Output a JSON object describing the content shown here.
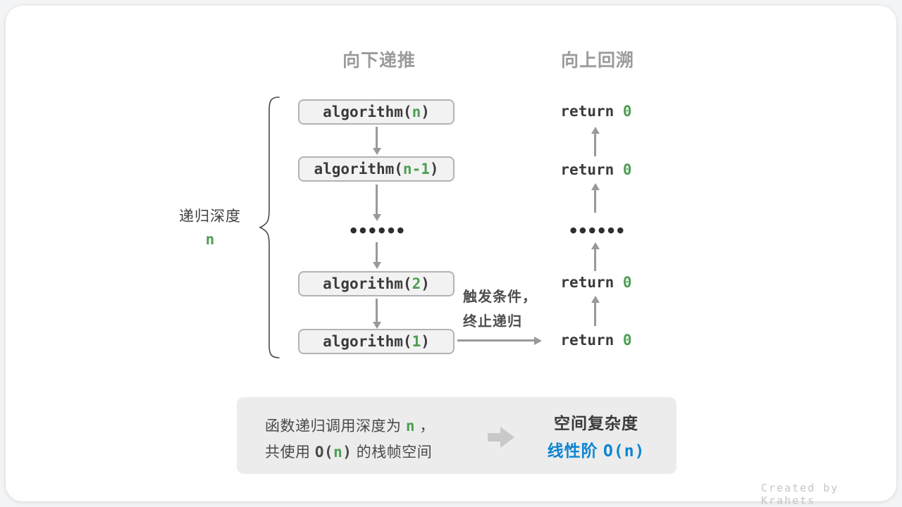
{
  "colors": {
    "green": "#4c9e52",
    "blue": "#0b85d1",
    "arrow": "#999999",
    "dark": "#3b3b3b",
    "header_gray": "#9b9b9b",
    "box_fill": "#f2f2f2",
    "box_border": "#b3b3b3",
    "trigger_gray": "#4d4d4d",
    "summary_bg": "#ececec",
    "block_arrow": "#c9c9c9",
    "watermark": "#c6c6c6",
    "page_bg": "#f3f4f5"
  },
  "headers": {
    "downward": "向下递推",
    "upward": "向上回溯"
  },
  "depth_label": {
    "title": "递归深度",
    "value": "n"
  },
  "stack": {
    "box1": {
      "pre": "algorithm(",
      "arg": "n",
      "post": ")"
    },
    "box2": {
      "pre": "algorithm(",
      "arg": "n-1",
      "post": ")"
    },
    "dots": "••••••",
    "box3": {
      "pre": "algorithm(",
      "arg": "2",
      "post": ")"
    },
    "box4": {
      "pre": "algorithm(",
      "arg": "1",
      "post": ")"
    }
  },
  "returns": {
    "keyword": "return ",
    "value": "0",
    "dots": "••••••"
  },
  "trigger": {
    "line1": "触发条件，",
    "line2": "终止递归"
  },
  "summary": {
    "line1_pre": "函数递归调用深度为 ",
    "line1_var": "n",
    "line1_post": " ，",
    "line2_pre": "共使用 ",
    "line2_o": "O(",
    "line2_var": "n",
    "line2_close": ")",
    "line2_post": " 的栈帧空间",
    "right_title": "空间复杂度",
    "right_term": "线性阶 ",
    "right_o": "O(",
    "right_var": "n",
    "right_close": ")"
  },
  "watermark": "Created by Krahets"
}
